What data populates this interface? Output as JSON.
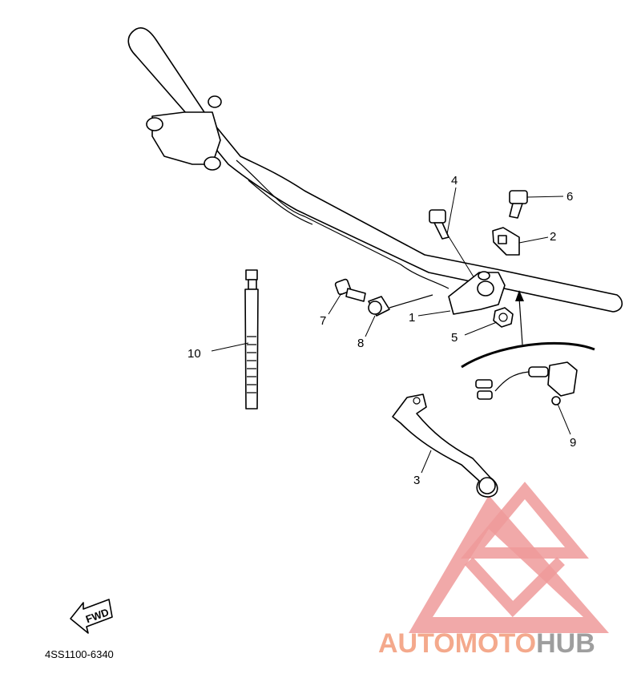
{
  "callouts": [
    "1",
    "2",
    "3",
    "4",
    "5",
    "6",
    "7",
    "8",
    "9",
    "10"
  ],
  "diagram_code": "4SS1100-6340",
  "fwd_label": "FWD",
  "watermark": {
    "part1": "AUTO",
    "part2": "MOTO",
    "part3": "HUB",
    "color_light": "#f4a98c",
    "color_dark": "#9e9e9e",
    "logo_color": "#ef9a9a"
  }
}
